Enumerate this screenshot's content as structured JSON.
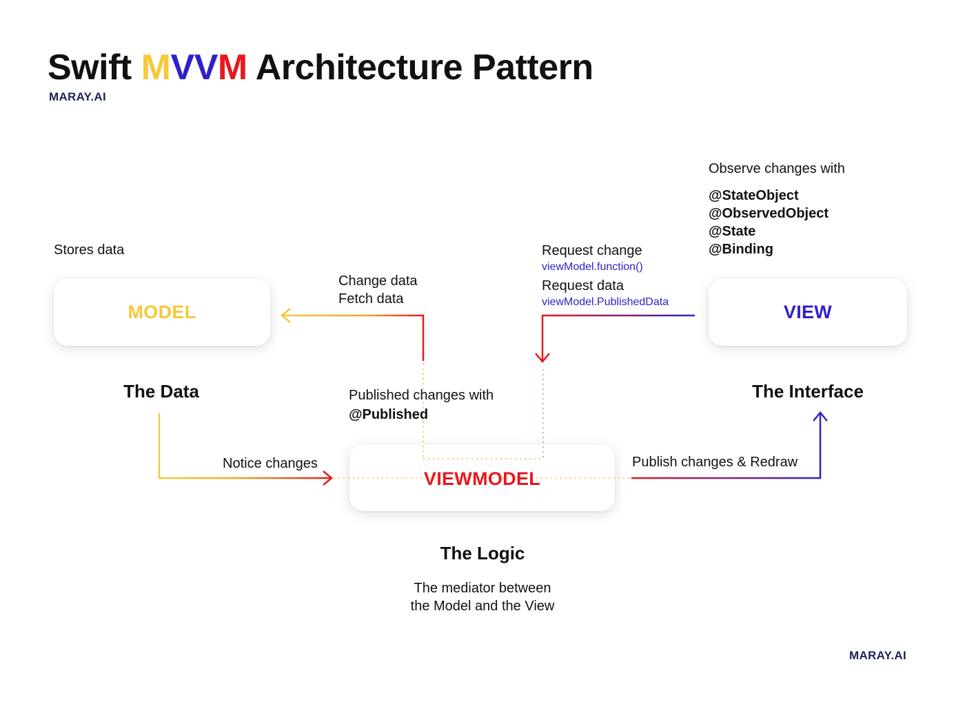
{
  "header": {
    "title_prefix": "Swift",
    "title_letters": [
      "M",
      "V",
      "V",
      "M"
    ],
    "title_suffix": "Architecture Pattern",
    "brand": "MARAY.AI"
  },
  "footer": {
    "brand": "MARAY.AI"
  },
  "colors": {
    "model": "#f5c93a",
    "view": "#2f21c8",
    "viewmodel": "#e8181f",
    "orange": "#f5a623",
    "brand": "#1d2257",
    "title_letters": [
      "#f5c93a",
      "#2f21c8",
      "#2f21c8",
      "#e8181f"
    ]
  },
  "model": {
    "label": "MODEL",
    "caption": "The Data",
    "note": "Stores data"
  },
  "view": {
    "label": "VIEW",
    "caption": "The Interface",
    "note": "Observe changes with",
    "wrappers": [
      "@StateObject",
      "@ObservedObject",
      "@State",
      "@Binding"
    ]
  },
  "viewmodel": {
    "label": "VIEWMODEL",
    "caption": "The Logic",
    "description": [
      "The mediator between",
      "the Model and the View"
    ]
  },
  "edges": {
    "vm_to_model": {
      "lines": [
        "Change data",
        "Fetch data"
      ]
    },
    "view_to_vm": {
      "request_change": "Request change",
      "request_change_code": "viewModel.function()",
      "request_data": "Request data",
      "request_data_code": "viewModel.PublishedData"
    },
    "published": {
      "text": "Published changes with",
      "wrapper": "@Published"
    },
    "model_to_vm": {
      "label": "Notice changes"
    },
    "vm_to_view": {
      "label": "Publish changes & Redraw"
    }
  }
}
